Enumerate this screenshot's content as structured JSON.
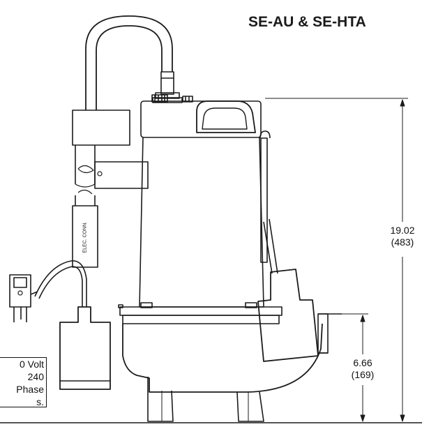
{
  "title": "SE-AU & SE-HTA",
  "dimensions": {
    "overall_height": {
      "inches": "19.02",
      "mm": "(483)"
    },
    "base_height": {
      "inches": "6.66",
      "mm": "(169)"
    }
  },
  "note_lines": [
    "0 Volt",
    "240",
    "Phase",
    "s."
  ],
  "connector_label": "ELEC. CONN.",
  "colors": {
    "line": "#1b1b1b",
    "background": "#ffffff"
  }
}
